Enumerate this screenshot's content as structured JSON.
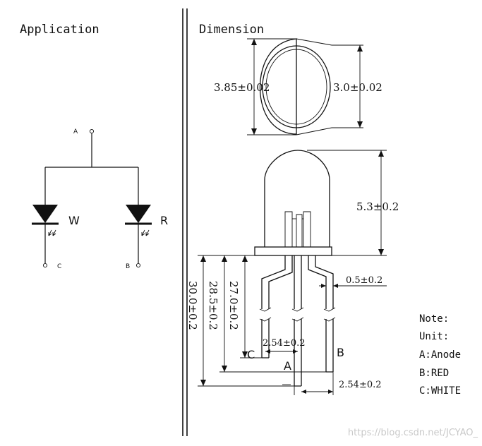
{
  "sections": {
    "application": "Application",
    "dimension": "Dimension"
  },
  "circuit": {
    "pin_a": "A",
    "pin_c": "C",
    "pin_b": "B",
    "led_left": "W",
    "led_right": "R"
  },
  "dimensions": {
    "lens_outer": "3.85±0.02",
    "lens_inner": "3.0±0.02",
    "height": "5.3±0.2",
    "lead_width": "0.5±0.2",
    "pitch_top": "2.54±0.2",
    "pitch_bottom": "2.54±0.2",
    "len_30": "30.0±0.2",
    "len_285": "28.5±0.2",
    "len_27": "27.0±0.2",
    "lead_c": "C",
    "lead_a": "A",
    "lead_b": "B"
  },
  "note": {
    "title": "Note:",
    "unit": "Unit:",
    "a": "A:Anode",
    "b": "B:RED",
    "c": "C:WHITE"
  },
  "watermark": "https://blog.csdn.net/JCYAO_"
}
